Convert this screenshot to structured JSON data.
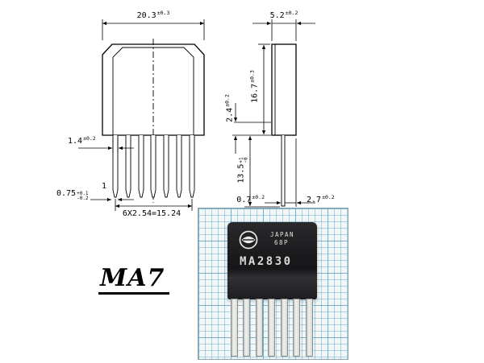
{
  "page": {
    "title": "MA7"
  },
  "front_view": {
    "dim_body_width": {
      "value": "20.3",
      "tol": "±0.3"
    },
    "dim_lead_width": {
      "value": "1.4",
      "tol": "±0.2"
    },
    "dim_lead_thickness": {
      "value": "0.75",
      "tol_upper": "+0.1",
      "tol_lower": "-0.2"
    },
    "pin_one_label": "1",
    "dim_lead_pitch": "6X2.54=15.24"
  },
  "side_view": {
    "dim_body_depth": {
      "value": "5.2",
      "tol": "±0.2"
    },
    "dim_body_height": {
      "value": "16.7",
      "tol": "±0.3"
    },
    "dim_shoulder": {
      "value": "2.4",
      "tol": "±0.2"
    },
    "dim_lead_length": {
      "value": "13.5",
      "tol_upper": "+1",
      "tol_lower": "-0"
    },
    "dim_lead_thickness": {
      "value": "0.7",
      "tol": "±0.2"
    },
    "dim_lead_offset": {
      "value": "2.7",
      "tol": "±0.2"
    }
  },
  "photo": {
    "marking_country": "JAPAN",
    "marking_package": "68P",
    "part_number": "MA2830"
  },
  "colors": {
    "line": "#000000",
    "grid_blue": "#9fc6d8",
    "chip_black": "#1c1c1e"
  }
}
